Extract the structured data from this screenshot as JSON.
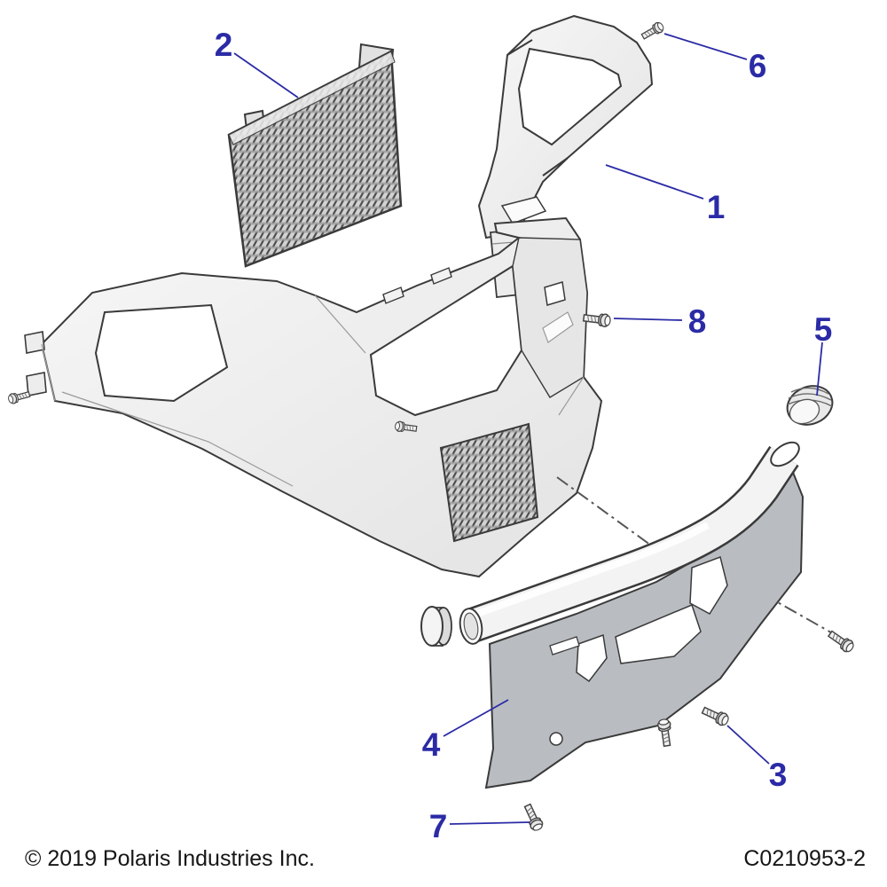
{
  "diagram": {
    "callouts": [
      "1",
      "2",
      "3",
      "4",
      "5",
      "6",
      "7",
      "8"
    ],
    "footer": {
      "copyright": "© 2019 Polaris Industries Inc.",
      "document_code": "C0210953-2"
    },
    "colors": {
      "callout_blue": "#2b2ba6",
      "line_gray": "#3a3a3a",
      "plate_gray": "#b9bdc1"
    }
  }
}
